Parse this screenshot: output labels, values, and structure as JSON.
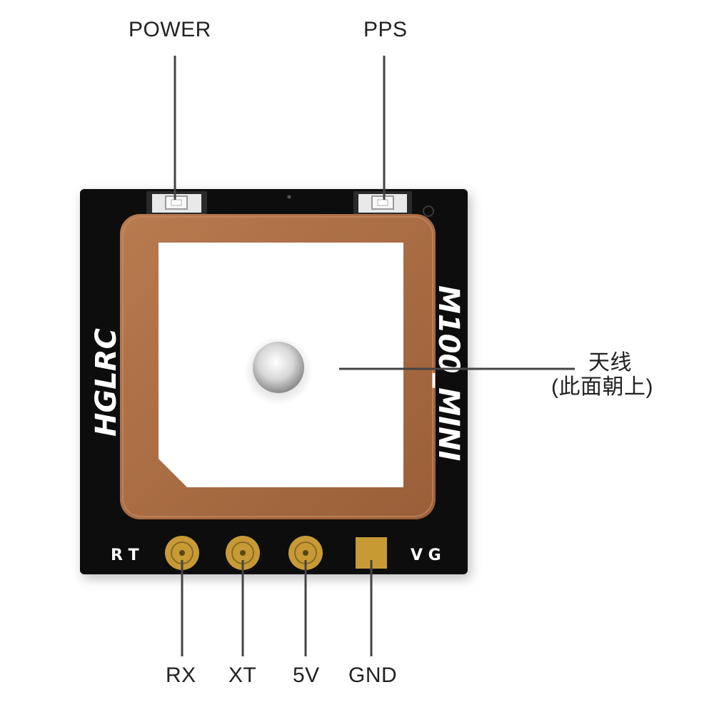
{
  "labels": {
    "power": "POWER",
    "pps": "PPS",
    "antenna_line1": "天线",
    "antenna_line2": "(此面朝上)",
    "rx": "RX",
    "xt": "XT",
    "fivev": "5V",
    "gnd": "GND"
  },
  "board": {
    "brand": "HGLRC",
    "model": "M100_MINI",
    "pad_left_silk": "R T",
    "pad_right_silk": "V G"
  },
  "colors": {
    "pcb": "#0d0d0d",
    "patch_border": "#a86b42",
    "patch_face": "#ffffff",
    "pad_gold": "#c79a36",
    "leader": "#444444"
  }
}
